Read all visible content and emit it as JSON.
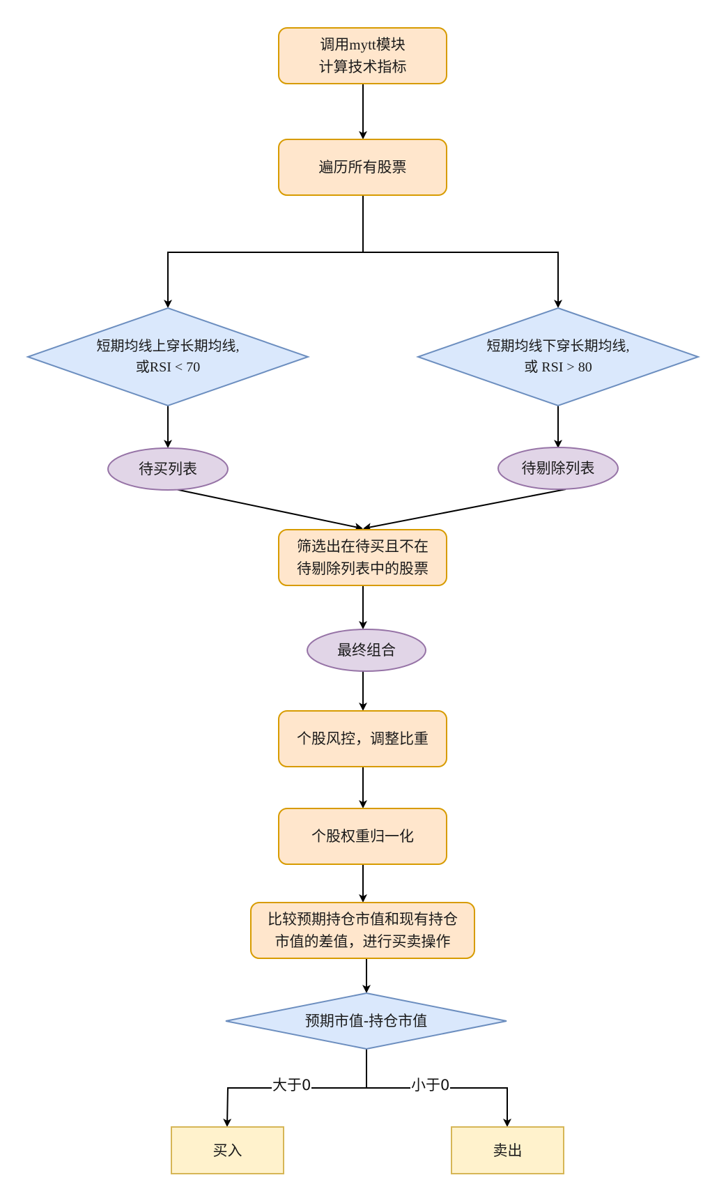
{
  "colors": {
    "process_fill": "#ffe6cc",
    "process_stroke": "#d79b00",
    "decision_fill": "#dae8fc",
    "decision_stroke": "#6c8ebf",
    "data_fill": "#e1d5e7",
    "data_stroke": "#9673a6",
    "terminal_fill": "#fff2cc",
    "terminal_stroke": "#d6b656",
    "edge": "#000000"
  },
  "nodes": {
    "compute": {
      "line1": "调用mytt模块",
      "line2": "计算技术指标"
    },
    "iterate": {
      "text": "遍历所有股票"
    },
    "buy_cond": {
      "line1": "短期均线上穿长期均线,",
      "line2": "或RSI < 70"
    },
    "sell_cond": {
      "line1": "短期均线下穿长期均线,",
      "line2": "或 RSI > 80"
    },
    "buy_list": {
      "text": "待买列表"
    },
    "remove_list": {
      "text": "待剔除列表"
    },
    "filter": {
      "line1": "筛选出在待买且不在",
      "line2": "待剔除列表中的股票"
    },
    "final": {
      "text": "最终组合"
    },
    "risk": {
      "text": "个股风控，调整比重"
    },
    "normalize": {
      "text": "个股权重归一化"
    },
    "compare": {
      "line1": "比较预期持仓市值和现有持仓",
      "line2": "市值的差值，进行买卖操作"
    },
    "diff": {
      "text": "预期市值-持仓市值"
    },
    "buy": {
      "text": "买入"
    },
    "sell": {
      "text": "卖出"
    }
  },
  "edge_labels": {
    "gt0": "大于0",
    "lt0": "小于0"
  }
}
